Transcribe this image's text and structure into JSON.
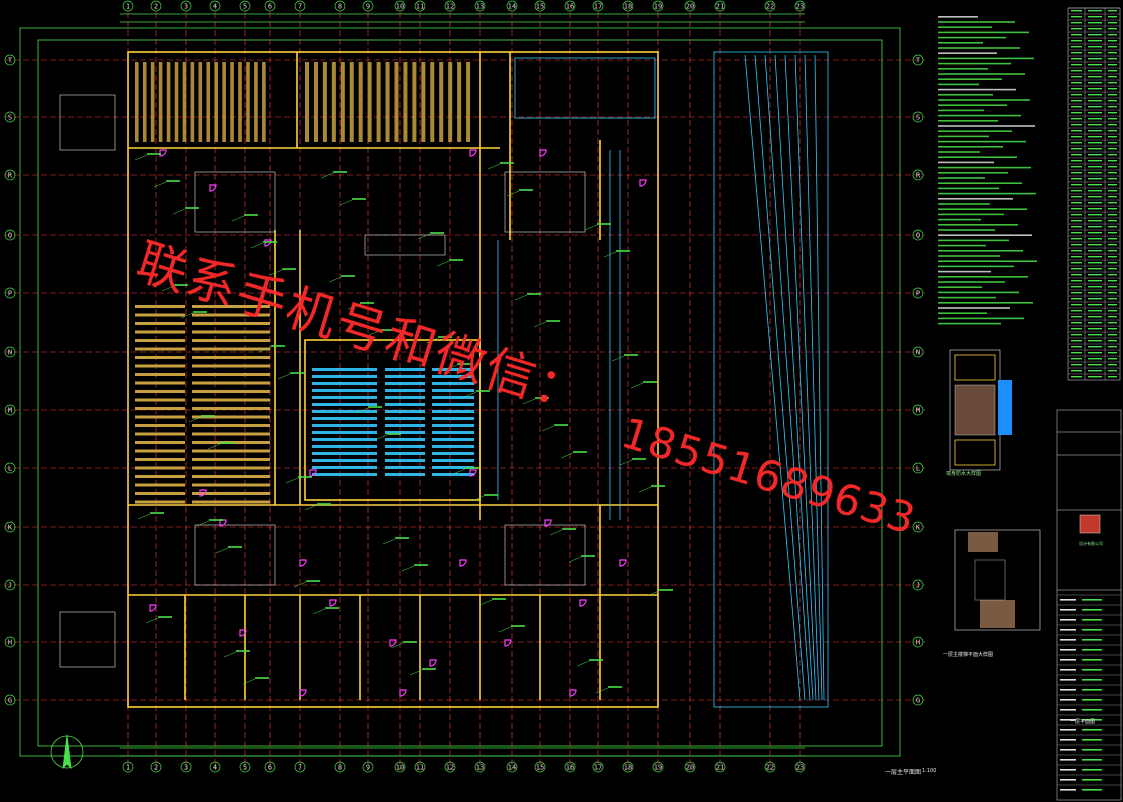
{
  "viewer": {
    "title": "一层主平面图",
    "scale": "1:100"
  },
  "axes": {
    "top_numbers": [
      "1",
      "2",
      "3",
      "4",
      "5",
      "6",
      "7",
      "8",
      "9",
      "10",
      "11",
      "12",
      "13",
      "14",
      "15",
      "16",
      "17",
      "18",
      "19",
      "20",
      "21",
      "22",
      "23"
    ],
    "left_letters": [
      "T",
      "S",
      "R",
      "Q",
      "P",
      "N",
      "M",
      "L",
      "K",
      "J",
      "H",
      "G"
    ]
  },
  "watermark": {
    "contact_label": "联系手机号和微信：",
    "phone": "18551689633",
    "color": "#ff2a2a"
  },
  "detail_titles": {
    "wall_detail": "墙身防水大样图",
    "stair_detail": "一层主楼梯平面大样图"
  },
  "title_block": {
    "company": "设计有限公司",
    "sheet": "一层平面图"
  },
  "colors": {
    "background": "#000000",
    "grid": "#ff3b3b",
    "walls": "#ffd23a",
    "cyan": "#33c9ff",
    "green": "#49e049",
    "magenta": "#ff3cff",
    "shelves": "#c8a040"
  }
}
